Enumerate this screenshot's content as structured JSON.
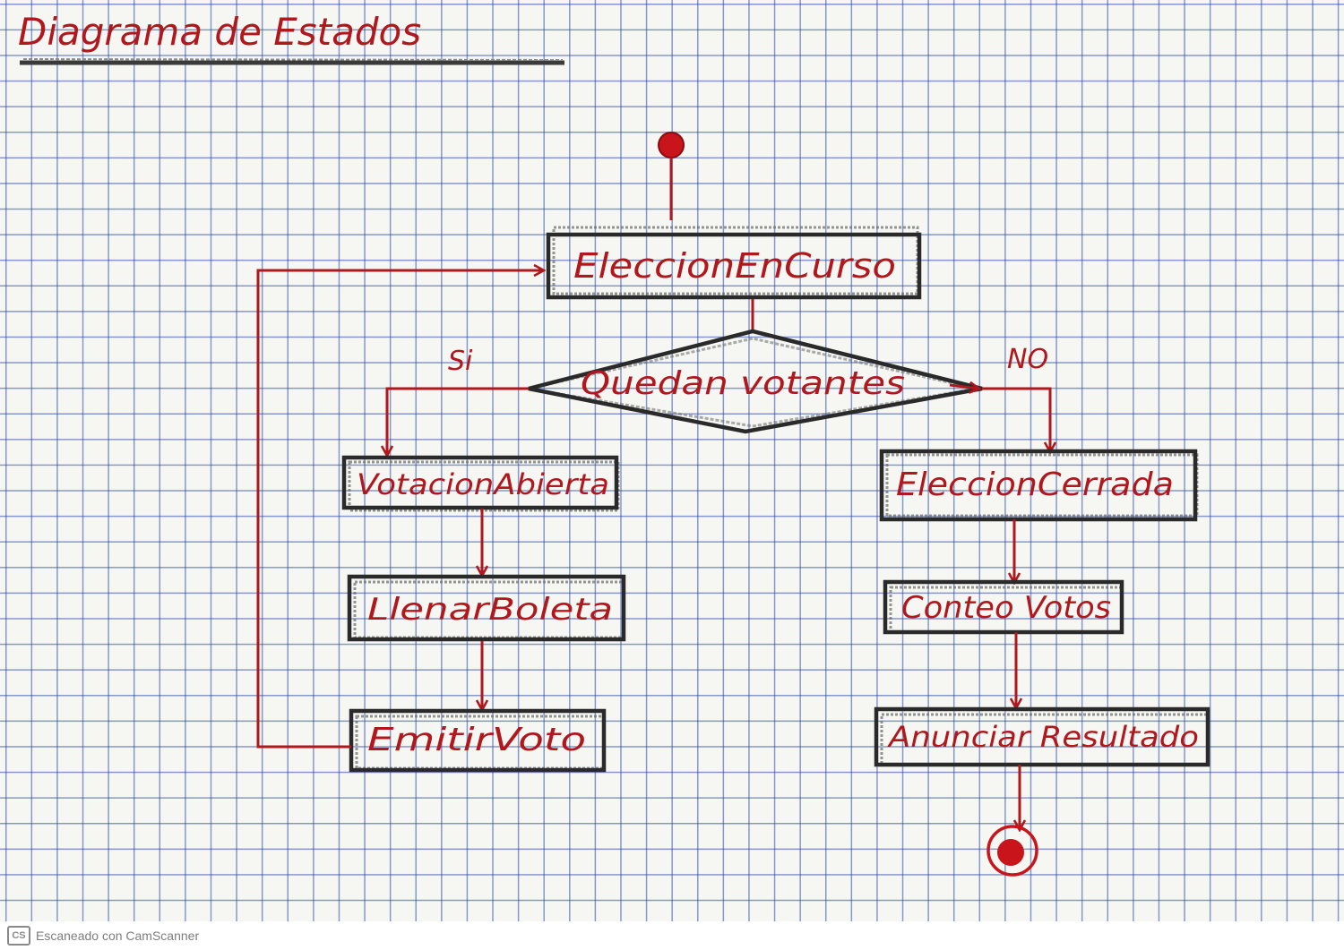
{
  "title": "Diagrama de Estados",
  "states": {
    "eleccion_en_curso": "EleccionEnCurso",
    "votacion_abierta": "VotacionAbierta",
    "llenar_boleta": "LlenarBoleta",
    "emitir_voto": "EmitirVoto",
    "eleccion_cerrada": "EleccionCerrada",
    "conteo_votos": "Conteo Votos",
    "anunciar_resultado": "Anunciar Resultado"
  },
  "decision": {
    "label": "Quedan votantes",
    "yes_label": "Si",
    "no_label": "NO"
  },
  "footer": {
    "logo": "CS",
    "text": "Escaneado con CamScanner"
  },
  "colors": {
    "ink_red": "#b0181e",
    "pencil": "#2a2a2a",
    "grid_blue": "#2846aa"
  }
}
